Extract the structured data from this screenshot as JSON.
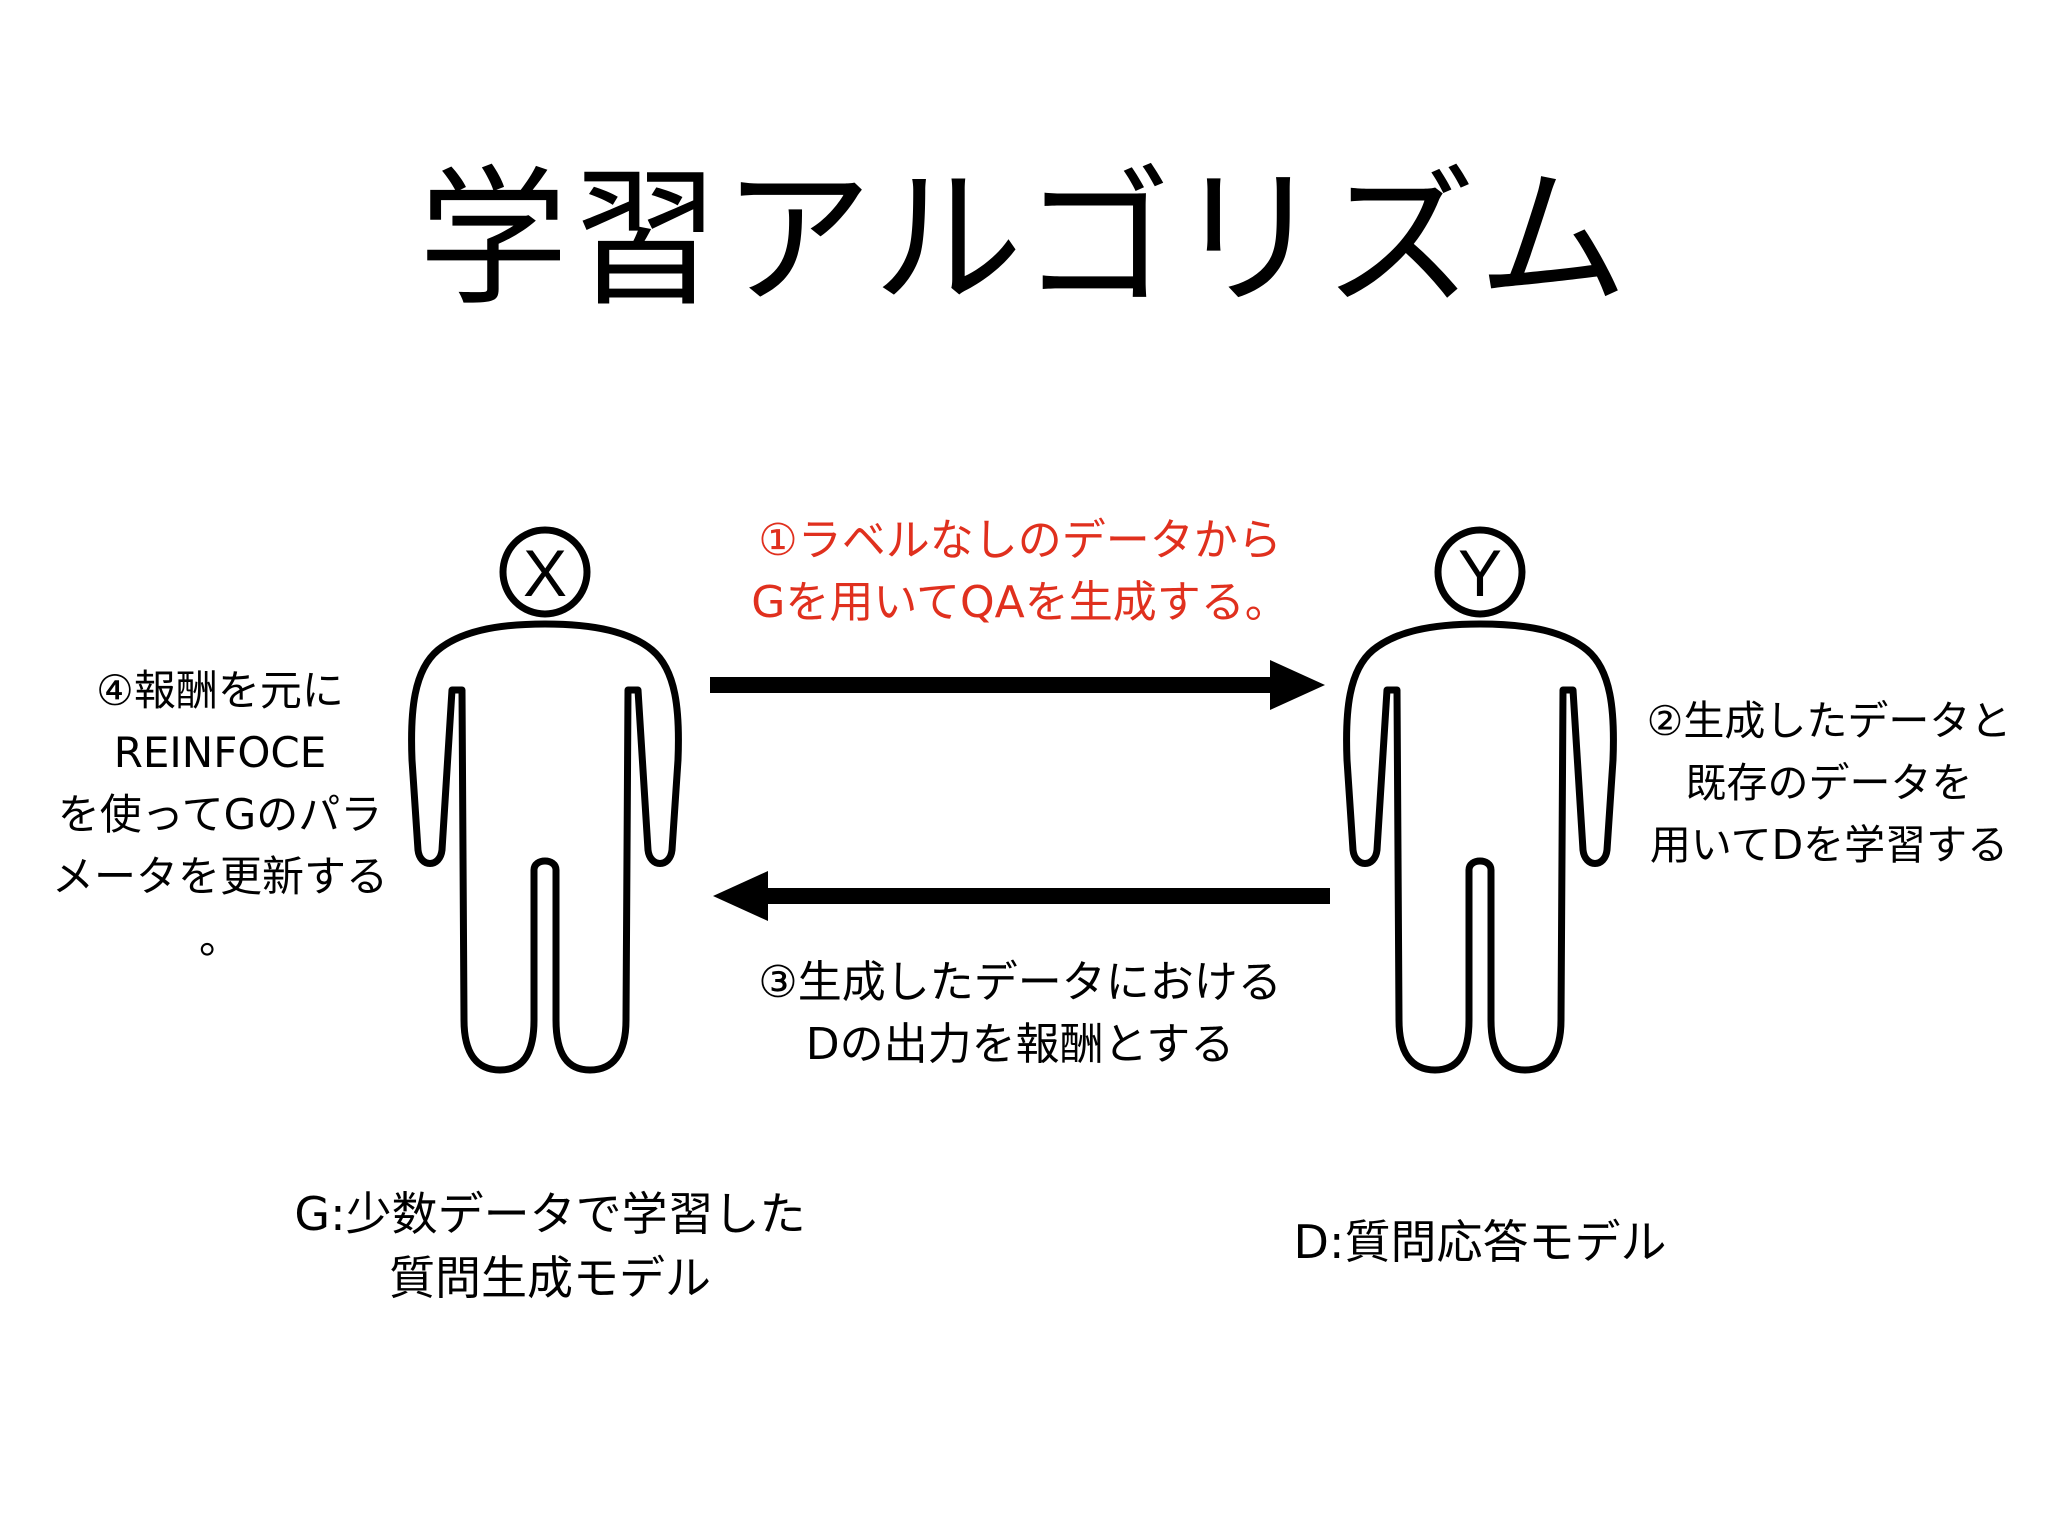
{
  "title": "学習アルゴリズム",
  "colors": {
    "accent_red": "#e0301e",
    "text": "#000000",
    "background": "#ffffff"
  },
  "figures": {
    "left_marker": "X",
    "right_marker": "Y"
  },
  "steps": {
    "step1": {
      "lines": [
        "①ラベルなしのデータから",
        "Gを用いてQAを生成する。"
      ]
    },
    "step2": {
      "lines": [
        "②生成したデータと",
        "既存のデータを",
        "用いてDを学習する"
      ]
    },
    "step3": {
      "lines": [
        "③生成したデータにおける",
        "Dの出力を報酬とする"
      ]
    },
    "step4": {
      "lines": [
        "④報酬を元に",
        "REINFOCE",
        "を使ってGのパラ",
        "メータを更新する",
        "。"
      ]
    }
  },
  "labels": {
    "generator": [
      "G:少数データで学習した",
      "質問生成モデル"
    ],
    "discriminator": [
      "D:質問応答モデル"
    ]
  }
}
